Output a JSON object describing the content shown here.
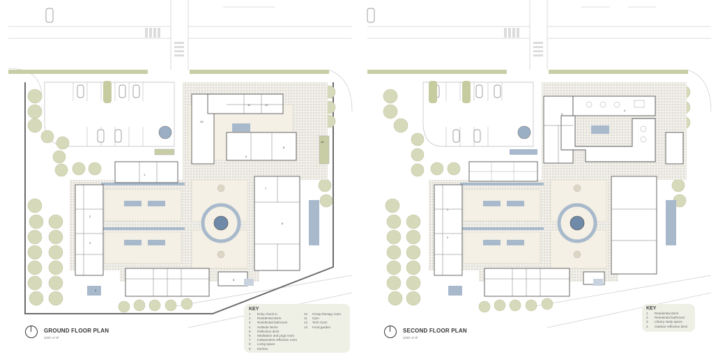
{
  "ground": {
    "title": "GROUND FLOOR PLAN",
    "scale": "1/16\"=1'-0\"",
    "key_title": "KEY",
    "key_col1": [
      {
        "n": "1",
        "label": "Entry check in"
      },
      {
        "n": "2",
        "label": "Residential dorm"
      },
      {
        "n": "3",
        "label": "Residential bathroom"
      },
      {
        "n": "4",
        "label": "Solitude Niche"
      },
      {
        "n": "5",
        "label": "Reflection deck"
      },
      {
        "n": "6",
        "label": "Meditation and yoga room"
      },
      {
        "n": "7",
        "label": "Independent reflection room"
      },
      {
        "n": "8",
        "label": "Living space"
      },
      {
        "n": "9",
        "label": "Kitchen"
      }
    ],
    "key_col2": [
      {
        "n": "10",
        "label": "Group therapy room"
      },
      {
        "n": "11",
        "label": "Gym"
      },
      {
        "n": "12",
        "label": "Tech room"
      },
      {
        "n": "13",
        "label": "Food garden"
      }
    ],
    "room_numbers": [
      "1",
      "2",
      "3",
      "4",
      "5",
      "6",
      "7",
      "8",
      "9",
      "10",
      "11",
      "12",
      "13"
    ]
  },
  "second": {
    "title": "SECOND FLOOR PLAN",
    "scale": "1/16\"=1'-0\"",
    "key_title": "KEY",
    "key_col1": [
      {
        "n": "1",
        "label": "Residential dorm"
      },
      {
        "n": "2",
        "label": "Residential bathroom"
      },
      {
        "n": "3",
        "label": "Library study space"
      },
      {
        "n": "4",
        "label": "Outdoor reflective deck"
      }
    ],
    "room_numbers": [
      "1",
      "2",
      "3",
      "4"
    ]
  },
  "colors": {
    "pavement": "#e9e6df",
    "paving_dot": "#c9c5bb",
    "courtyard": "#f3efe4",
    "water": "#a9b9cc",
    "tree": "#d4d7b8",
    "tree_stroke": "#c2c6a2",
    "green_strip": "#c6ca9e",
    "wall": "#555555",
    "key_bg": "#eef0e6"
  }
}
